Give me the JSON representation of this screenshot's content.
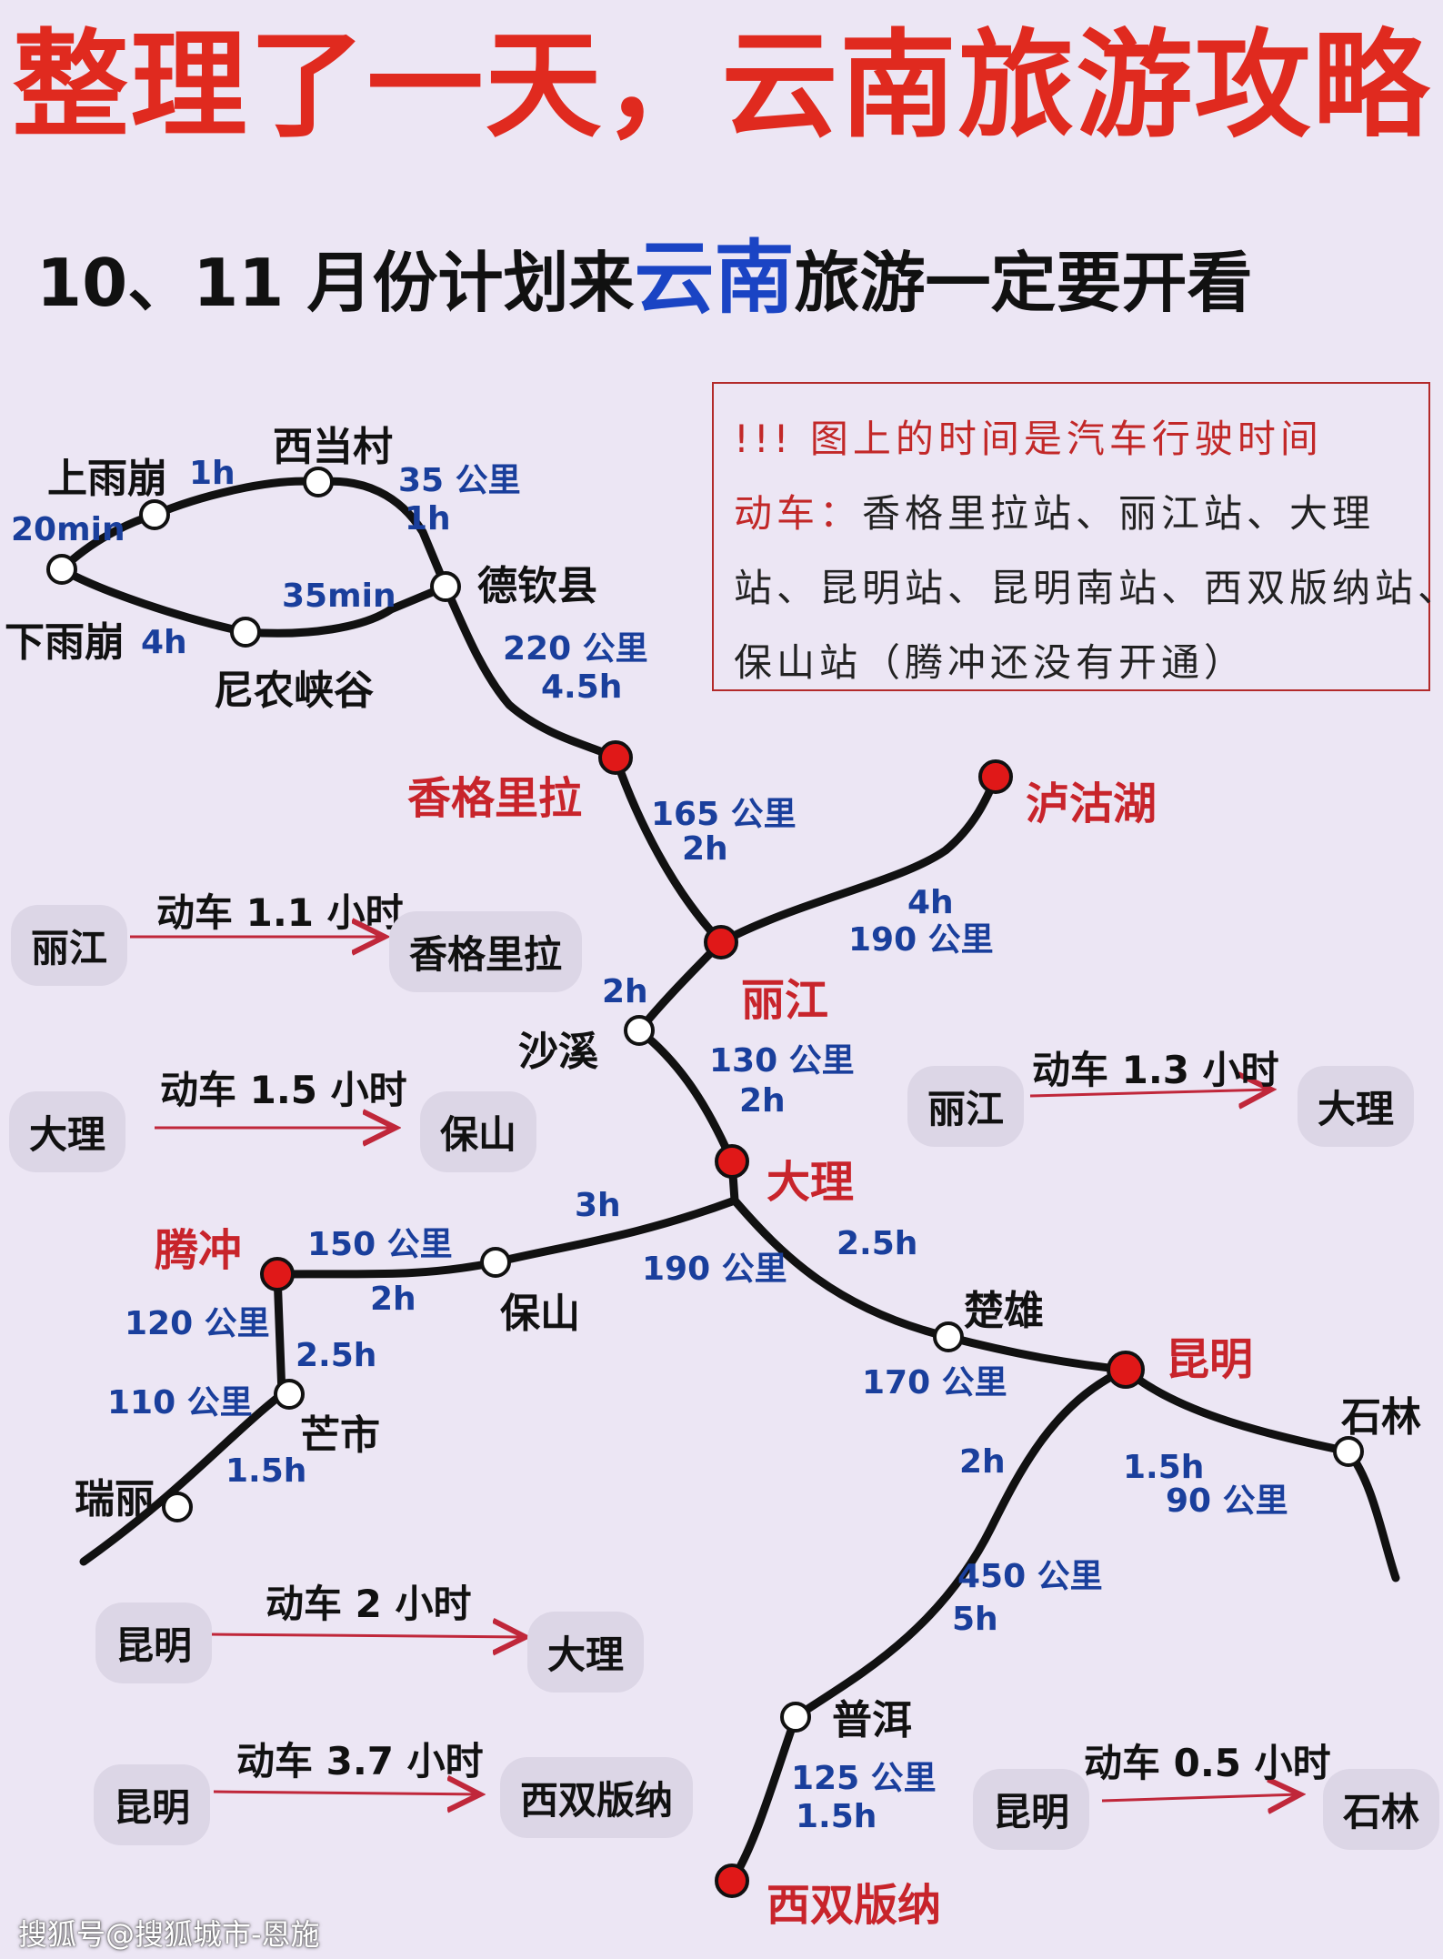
{
  "title": "整理了一天，云南旅游攻略",
  "subtitle": {
    "pre": "10、11 月份计划来",
    "highlight": "云南",
    "post": "旅游一定要开看"
  },
  "note": {
    "line1": "!!! 图上的时间是汽车行驶时间",
    "line2_red": "动车：",
    "line2": "香格里拉站、丽江站、大理",
    "line3": "站、昆明站、昆明南站、西双版纳站、",
    "line4": "保山站（腾冲还没有开通）"
  },
  "cities": {
    "shangyubeng": "上雨崩",
    "xidangcun": "西当村",
    "xiayubeng": "下雨崩",
    "deqin": "德钦县",
    "ninong": "尼农峡谷",
    "shangrila": "香格里拉",
    "lugu": "泸沽湖",
    "lijiang": "丽江",
    "shaxi": "沙溪",
    "dali": "大理",
    "tengchong": "腾冲",
    "baoshan": "保山",
    "mangshi": "芒市",
    "ruili": "瑞丽",
    "chuxiong": "楚雄",
    "kunming": "昆明",
    "shilin": "石林",
    "puer": "普洱",
    "xishuangbanna": "西双版纳"
  },
  "routes": {
    "sy_xd": "1h",
    "sy_xiay": "20min",
    "xd_deqin_d": "35 公里",
    "xd_deqin_t": "1h",
    "xiay_ninong": "4h",
    "ninong_deqin": "35min",
    "deqin_sgl_d": "220 公里",
    "deqin_sgl_t": "4.5h",
    "sgl_lj_d": "165 公里",
    "sgl_lj_t": "2h",
    "lj_lugu_t": "4h",
    "lj_lugu_d": "190 公里",
    "lj_shaxi_t": "2h",
    "shaxi_dali_d": "130 公里",
    "shaxi_dali_t": "2h",
    "dali_bs_t": "3h",
    "dali_bs_d": "190 公里",
    "bs_tc_d": "150 公里",
    "bs_tc_t": "2h",
    "tc_ms_d": "120 公里",
    "tc_ms_t": "2.5h",
    "ms_rl_d": "110 公里",
    "ms_rl_t": "1.5h",
    "dali_cx_t": "2.5h",
    "cx_km_d": "170 公里",
    "km_sl_t": "1.5h",
    "km_sl_d": "90 公里",
    "km_pe_t": "2h",
    "km_pe_d": "450 公里",
    "km_pe_t2": "5h",
    "pe_xs_d": "125 公里",
    "pe_xs_t": "1.5h"
  },
  "trains": [
    {
      "from": "丽江",
      "label": "动车 1.1 小时",
      "to": "香格里拉"
    },
    {
      "from": "大理",
      "label": "动车 1.5 小时",
      "to": "保山"
    },
    {
      "from": "丽江",
      "label": "动车 1.3 小时",
      "to": "大理"
    },
    {
      "from": "昆明",
      "label": "动车 2 小时",
      "to": "大理"
    },
    {
      "from": "昆明",
      "label": "动车 3.7 小时",
      "to": "西双版纳"
    },
    {
      "from": "昆明",
      "label": "动车 0.5 小时",
      "to": "石林"
    }
  ],
  "watermark": "搜狐号@搜狐城市-恩施",
  "colors": {
    "title": "#e02a1f",
    "highlight": "#1a44c4",
    "major_city": "#c8242b",
    "distance": "#1a3f9c",
    "route": "#111111",
    "arrow": "#c0273a"
  }
}
